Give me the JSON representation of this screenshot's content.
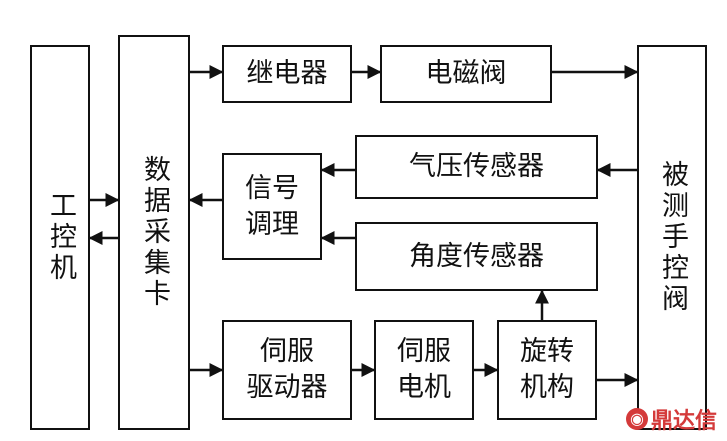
{
  "blocks": {
    "ipc": "工控机",
    "daq": "数据采集卡",
    "relay": "继电器",
    "solenoid": "电磁阀",
    "valve": "被测手控阀",
    "pressure": "气压传感器",
    "angle": "角度传感器",
    "conditioning": "信号\n调理",
    "driver": "伺服\n驱动器",
    "motor": "伺服\n电机",
    "rotary": "旋转\n机构"
  },
  "watermark": "鼎达信"
}
